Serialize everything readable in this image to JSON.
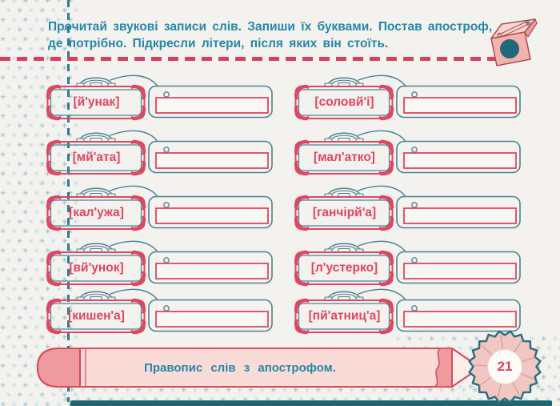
{
  "header": {
    "instruction_lines": [
      "Прочитай звукові записи слів. Запиши їх буквами. Постав апостроф,",
      "де потрібно. Підкресли літери, після яких він стоїть."
    ]
  },
  "items": [
    {
      "word": "[й'унак]",
      "answer": ""
    },
    {
      "word": "[соловй'і]",
      "answer": ""
    },
    {
      "word": "[мй'ата]",
      "answer": ""
    },
    {
      "word": "[мал'атко]",
      "answer": ""
    },
    {
      "word": "[кал'ужа]",
      "answer": ""
    },
    {
      "word": "[ганчірй'а]",
      "answer": ""
    },
    {
      "word": "[вй'унок]",
      "answer": ""
    },
    {
      "word": "[л'устерко]",
      "answer": ""
    },
    {
      "word": "[кишен'а]",
      "answer": ""
    },
    {
      "word": "[пй'атниц'а]",
      "answer": ""
    }
  ],
  "footer": {
    "topic": "Правопис слів з апострофом.",
    "page_number": "21"
  },
  "icons": {
    "top_right": "pencil-sharpener-icon",
    "page_badge": "pencil-shaving-badge"
  },
  "colors": {
    "accent_red": "#e24560",
    "accent_teal": "#2787a5",
    "outline_teal": "#4a8292",
    "pink_light": "#f8d8d5",
    "pink_dark": "#ef9a9e",
    "star_light": "#bcd9de",
    "star_dark": "#8fb9c3",
    "bottom_bar": "#20666f"
  }
}
